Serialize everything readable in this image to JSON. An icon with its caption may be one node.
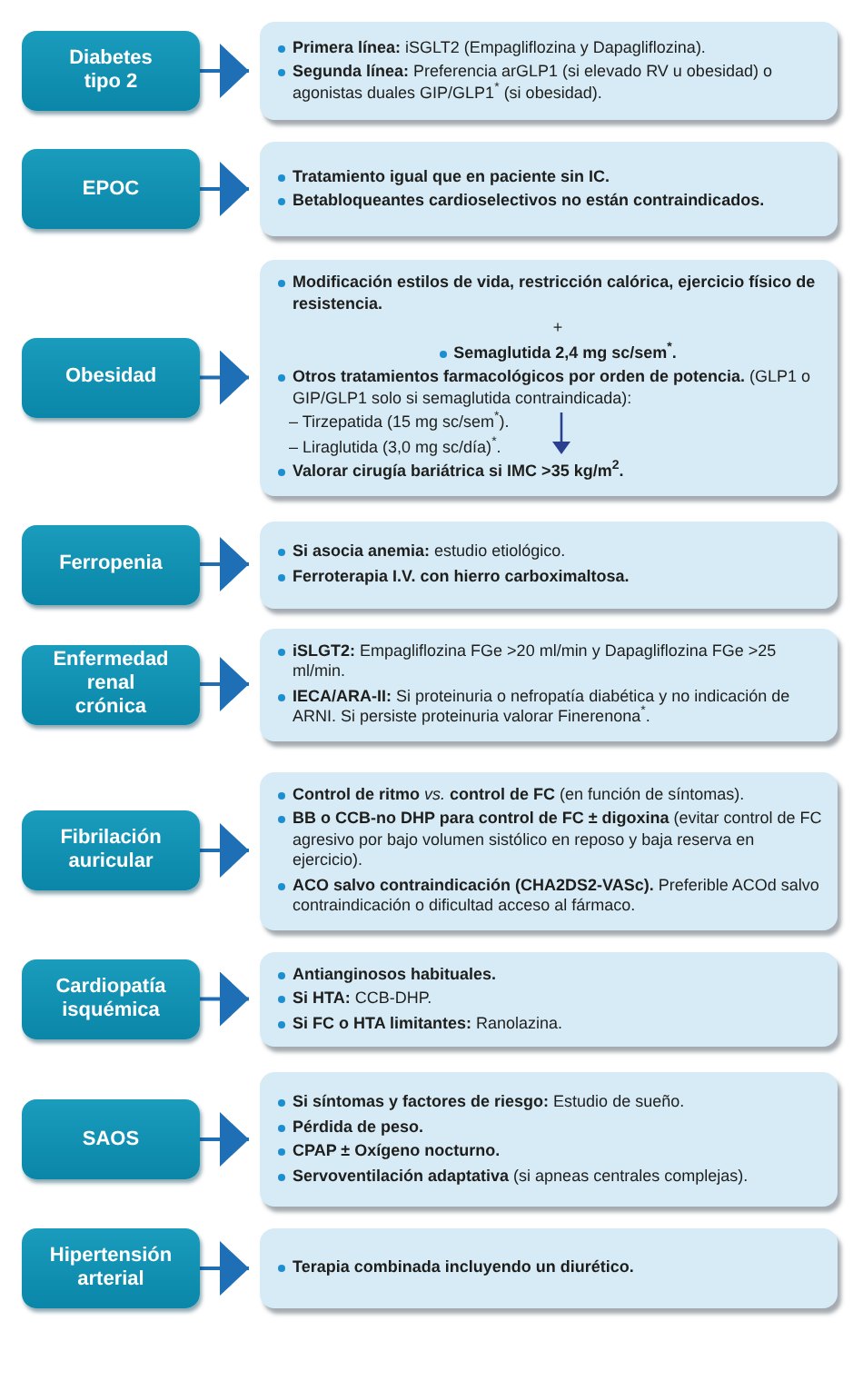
{
  "diagram": {
    "nodes": [
      {
        "text": [
          "Diabetes tipo 2"
        ]
      },
      {
        "text": [
          "**Primera línea:** iSGLT2 (Empagliflozina y Dapagliflozina).",
          "**Segunda línea:** Preferencia arGLP1 (si elevado RV u obesidad) o agonistas duales GIP/GLP1$^{*}$ (si obesidad)."
        ]
      },
      {
        "text": [
          "EPOC"
        ]
      },
      {
        "text": [
          "Tratamiento igual que en paciente sin IC.",
          "Betabloqueantes cardioselectivos no están contraindicados."
        ]
      },
      {
        "text": [
          "Obesidad"
        ]
      },
      {
        "text": [
          "Modificación estilos de vida, restricción calórica, ejercicio físico de resistencia.",
          "+",
          "Semaglutida 2,4 mg sc/sem$^{*}$.",
          "**Otros tratamientos farmacológicos por orden de potencia.** (GLP1 o GIP/GLP1 solo si semaglutida contraindicada):",
          "– Tirzepatida (15 mg sc/sem$^{*}$).",
          "– Liraglutida (3,0 mg sc/día)$^{*}$.",
          "Valorar cirugía bariátrica si IMC >35 kg/m$^{2}$."
        ]
      },
      {
        "text": [
          "Ferropenia"
        ]
      },
      {
        "text": [
          "**Si asocia anemia:** estudio etiológico.",
          "Ferroterapia I.V. con hierro carboximaltosa."
        ]
      },
      {
        "text": [
          "Enfermedad renal crónica"
        ]
      },
      {
        "text": [
          "**iSLGT2:** Empagliflozina FGe >20 ml/min y Dapagliflozina FGe >25 ml/min.",
          "**IECA/ARA-II:** Si proteinuria o nefropatía diabética y no indicación de ARNI. Si persiste proteinuria valorar Finerenona$^{*}$."
        ]
      },
      {
        "text": [
          "Fibrilación auricular"
        ]
      },
      {
        "text": [
          "**Control de ritmo** *vs.* **control de FC** (en función de síntomas).",
          "**BB o CCB-no DHP para control de FC ± digoxina** (evitar control de FC agresivo por bajo volumen sistólico en reposo y baja reserva en ejercicio).",
          "**ACO salvo contraindicación (CHA2DS2-VASc).** Preferible ACOd salvo contraindicación o dificultad acceso al fármaco."
        ]
      },
      {
        "text": [
          "Cardiopatía isquémica"
        ]
      },
      {
        "text": [
          "Antianginosos habituales.",
          "**Si HTA:** CCB-DHP.",
          "**Si FC o HTA limitantes:** Ranolazina."
        ]
      },
      {
        "text": [
          "SAOS"
        ]
      },
      {
        "text": [
          "**Si síntomas y factores de riesgo:** Estudio de sueño.",
          "Pérdida de peso.",
          "CPAP ± Oxígeno nocturno.",
          "**Servoventilación adaptativa** (si apneas centrales complejas)."
        ]
      },
      {
        "text": [
          "Hipertensión arterial"
        ]
      },
      {
        "text": [
          "Terapia combinada incluyendo un diurético."
        ]
      }
    ],
    "edges": [
      {
        "from": 0,
        "to": 1,
        "arrow": "to"
      },
      {
        "from": 2,
        "to": 3,
        "arrow": "to"
      },
      {
        "from": 4,
        "to": 5,
        "arrow": "to"
      },
      {
        "from": 6,
        "to": 7,
        "arrow": "to"
      },
      {
        "from": 8,
        "to": 9,
        "arrow": "to"
      },
      {
        "from": 10,
        "to": 11,
        "arrow": "to"
      },
      {
        "from": 12,
        "to": 13,
        "arrow": "to"
      },
      {
        "from": 14,
        "to": 15,
        "arrow": "to"
      },
      {
        "from": 16,
        "to": 17,
        "arrow": "to"
      }
    ]
  }
}
